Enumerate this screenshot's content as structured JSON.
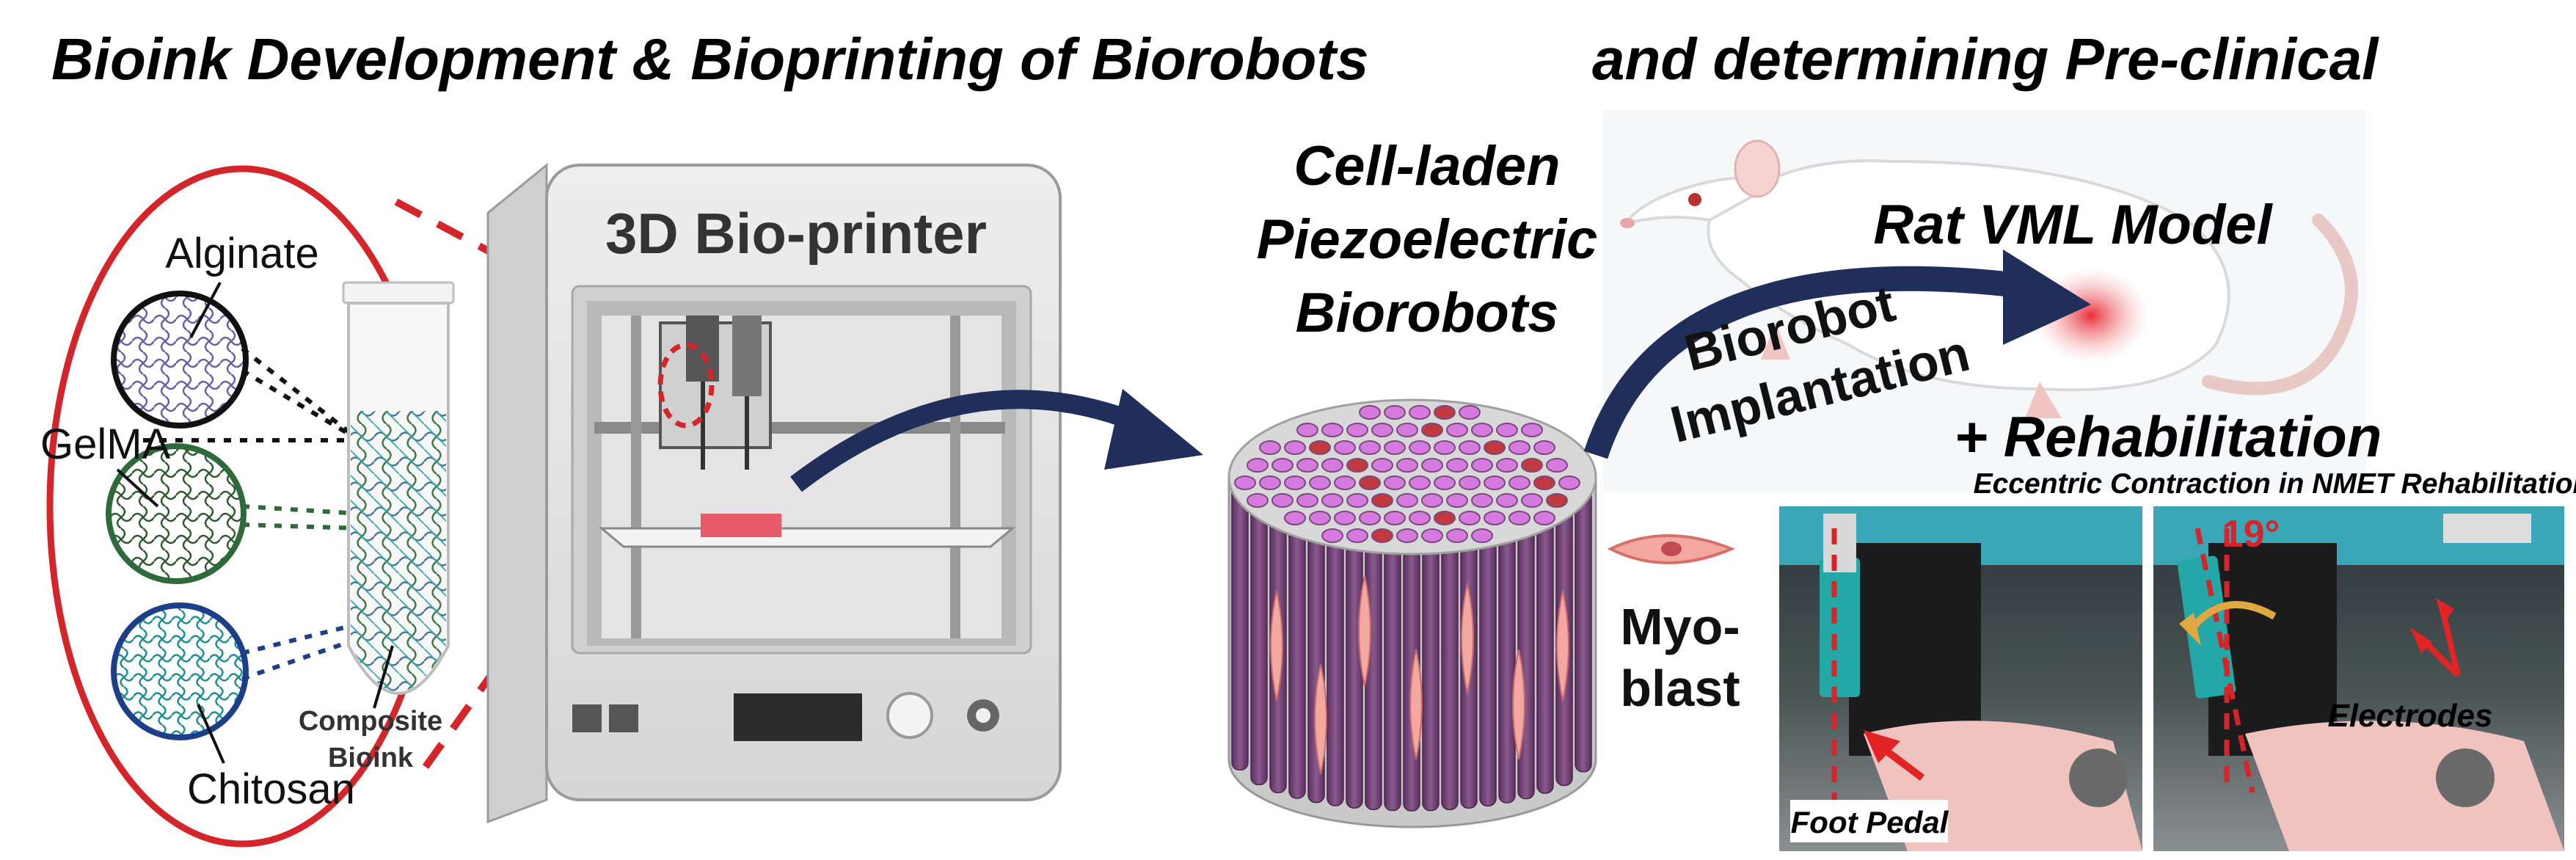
{
  "title_left": "Bioink Development & Bioprinting of Biorobots",
  "title_right_line1": "and determining Pre-clinical",
  "title_right_line2": "efficacy",
  "printer_label": "3D Bio-printer",
  "materials": [
    "Alginate",
    "GelMA",
    "Chitosan"
  ],
  "tube_label_line1": "Composite",
  "tube_label_line2": "Bioink",
  "biorobot_label": [
    "Cell-laden",
    "Piezoelectric",
    "Biorobots"
  ],
  "myoblast_label": [
    "Myo-",
    "blast"
  ],
  "rat_model_label": "Rat VML Model",
  "implantation_label": [
    "Biorobot",
    "Implantation"
  ],
  "rehab_label": "+ Rehabilitation",
  "contraction_caption": "Eccentric Contraction in NMET Rehabilitation",
  "foot_pedal_label": "Foot Pedal",
  "angle_label": "19°",
  "electrodes_label": "Electrodes",
  "colors": {
    "ellipse_outline": "#d4252a",
    "arrow_navy": "#1f2f5a",
    "fiber_purple": "#7a4a7c",
    "pillar_top": "#d67ae0",
    "pillar_top_red": "#c0393e",
    "alginate_circle": "#111111",
    "gelma_circle": "#2f6b3a",
    "chitosan_circle": "#1d3f8a"
  }
}
